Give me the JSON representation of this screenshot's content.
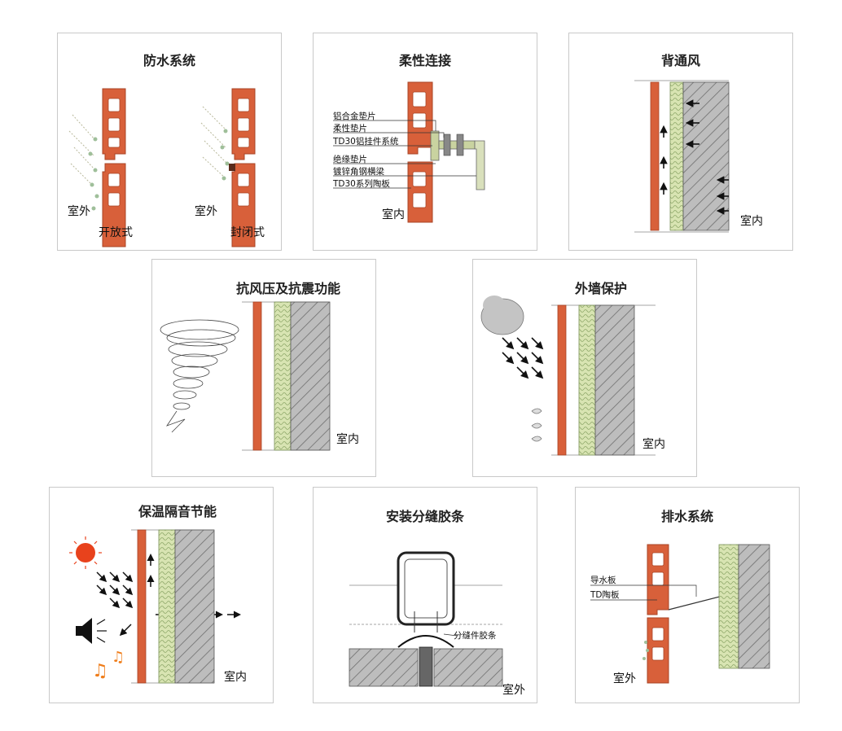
{
  "panels": {
    "waterproof": {
      "title": "防水系统",
      "outdoor": "室外",
      "open": "开放式",
      "closed": "封闭式"
    },
    "flexible": {
      "title": "柔性连接",
      "labels": [
        "铝合金垫片",
        "柔性垫片",
        "TD30铝挂件系统",
        "绝缘垫片",
        "镀锌角钢横梁",
        "TD30系列陶板"
      ],
      "indoor": "室内"
    },
    "ventilation": {
      "title": "背通风",
      "indoor": "室内"
    },
    "wind": {
      "title": "抗风压及抗震功能",
      "indoor": "室内"
    },
    "wallprotect": {
      "title": "外墙保护",
      "indoor": "室内"
    },
    "insulation": {
      "title": "保温隔音节能",
      "indoor": "室内"
    },
    "joint": {
      "title": "安装分缝胶条",
      "strip": "分缝件胶条",
      "outdoor": "室外"
    },
    "drainage": {
      "title": "排水系统",
      "guide": "导水板",
      "tile": "TD陶板",
      "outdoor": "室外"
    }
  },
  "colors": {
    "terracotta": "#d8603a",
    "insulation": "#d7e3b0",
    "concrete": "#b9b9b9",
    "border": "#c9c9c9",
    "sun": "#e8421c",
    "music": "#ef7d1a"
  }
}
